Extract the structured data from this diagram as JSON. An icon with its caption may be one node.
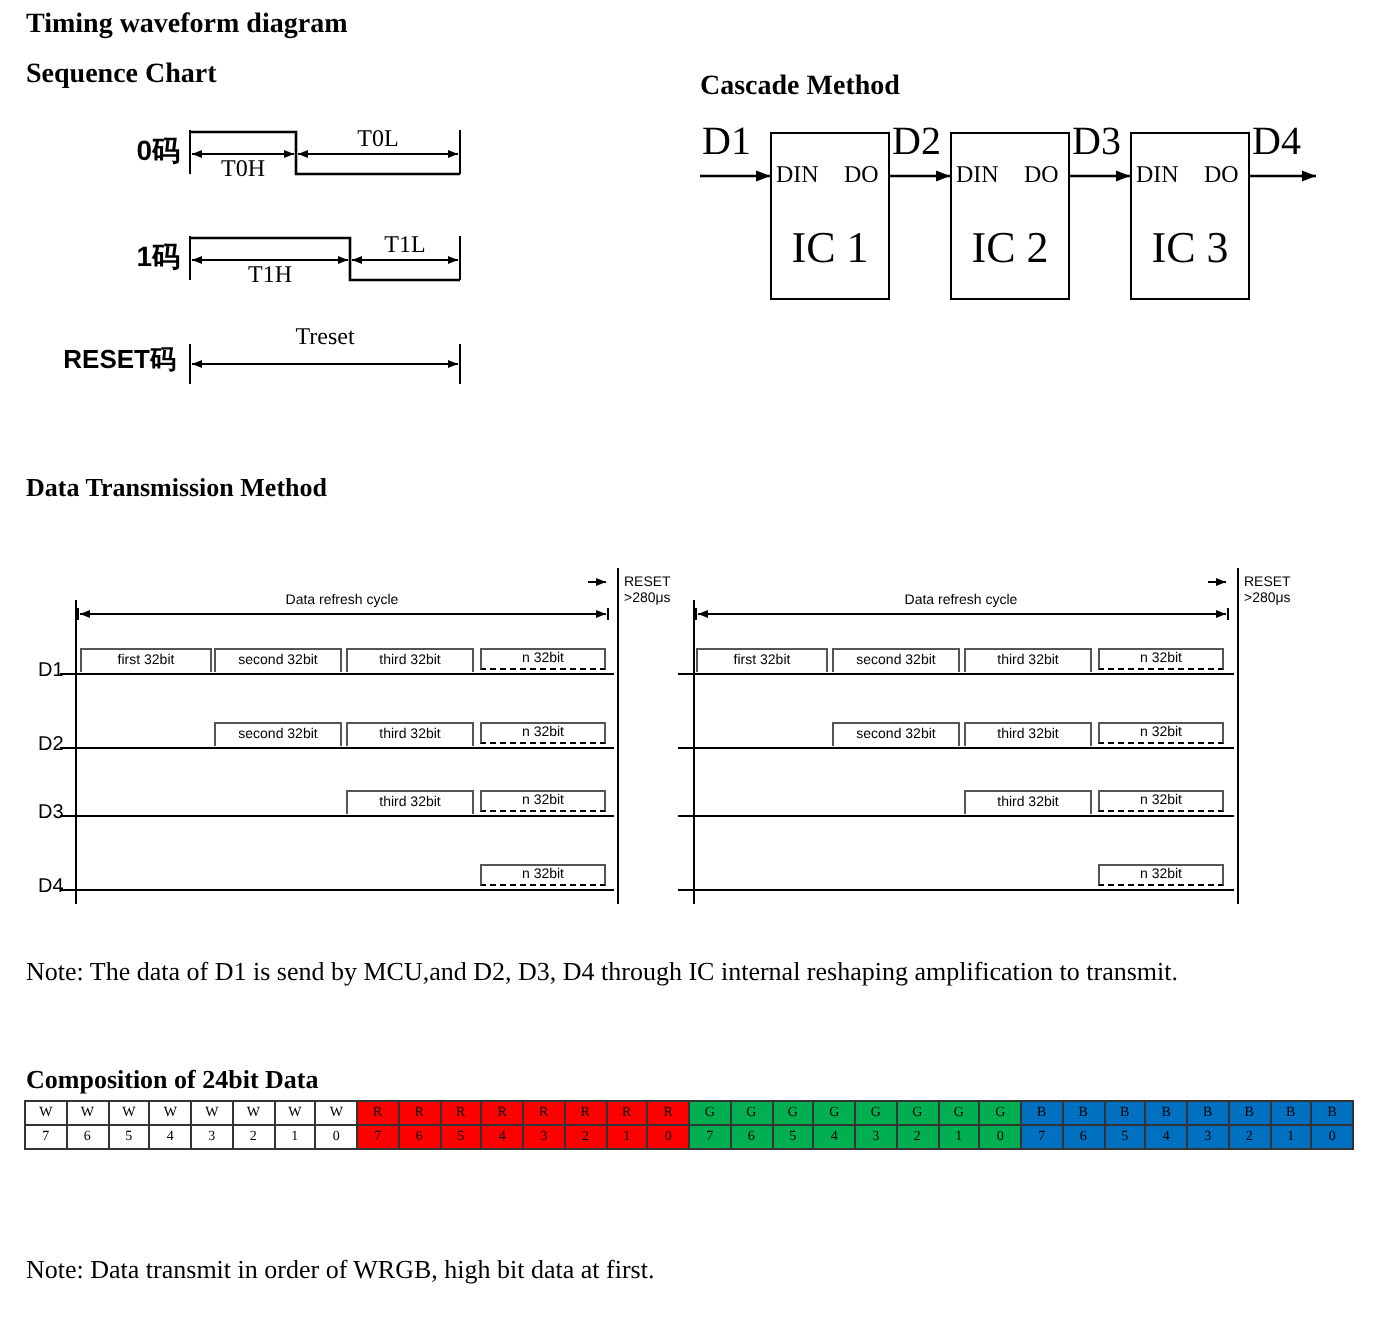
{
  "diagram": {
    "title": "Timing waveform diagram",
    "nodes": [
      {
        "text": [
          "DIN",
          "DO",
          "IC 1"
        ]
      },
      {
        "text": [
          "DIN",
          "DO",
          "IC 2"
        ]
      },
      {
        "text": [
          "DIN",
          "DO",
          "IC 3"
        ]
      }
    ],
    "edges": [
      {
        "from": null,
        "to": 0,
        "arrow": "to",
        "label": "D1"
      },
      {
        "from": 0,
        "to": 1,
        "arrow": "to",
        "label": "D2"
      },
      {
        "from": 1,
        "to": 2,
        "arrow": "to",
        "label": "D3"
      },
      {
        "from": 2,
        "to": null,
        "arrow": "to",
        "label": "D4"
      }
    ],
    "labels": [
      "Sequence Chart",
      "0码",
      "T0H",
      "T0L",
      "1码",
      "T1H",
      "T1L",
      "RESET码",
      "Treset",
      "Cascade Method",
      "Data Transmission Method",
      "Data refresh cycle",
      "RESET >280μs",
      "D1",
      "first 32bit",
      "second 32bit",
      "third 32bit",
      "n 32bit",
      "D2",
      "second 32bit",
      "third 32bit",
      "n 32bit",
      "D3",
      "third 32bit",
      "n 32bit",
      "D4",
      "n 32bit",
      "Data refresh cycle",
      "RESET >280μs",
      "first 32bit",
      "second 32bit",
      "third 32bit",
      "n 32bit",
      "second 32bit",
      "third 32bit",
      "n 32bit",
      "third 32bit",
      "n 32bit",
      "n 32bit",
      "Note: The data of D1 is send by MCU,and D2, D3, D4 through IC internal reshaping amplification to transmit.",
      "Composition of 24bit Data",
      "W",
      "W",
      "W",
      "W",
      "W",
      "W",
      "W",
      "W",
      "R",
      "R",
      "R",
      "R",
      "R",
      "R",
      "R",
      "R",
      "G",
      "G",
      "G",
      "G",
      "G",
      "G",
      "G",
      "G",
      "B",
      "B",
      "B",
      "B",
      "B",
      "B",
      "B",
      "B",
      "7",
      "6",
      "5",
      "4",
      "3",
      "2",
      "1",
      "0",
      "7",
      "6",
      "5",
      "4",
      "3",
      "2",
      "1",
      "0",
      "7",
      "6",
      "5",
      "4",
      "3",
      "2",
      "1",
      "0",
      "7",
      "6",
      "5",
      "4",
      "3",
      "2",
      "1",
      "0",
      "Note: Data transmit in order of WRGB, high bit data at first."
    ]
  }
}
